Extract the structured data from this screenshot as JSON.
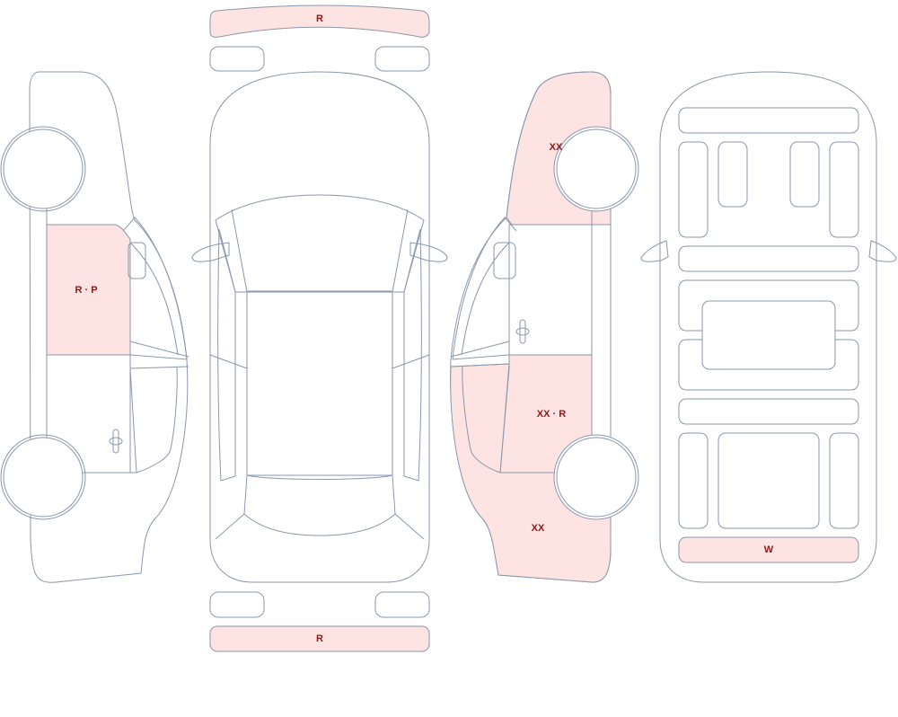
{
  "colors": {
    "outline": "#8a97ad",
    "damage_fill": "#fde3e1",
    "label": "#8b1a1a",
    "background": "#ffffff"
  },
  "labels": {
    "front_bumper": "R",
    "rear_bumper": "R",
    "left_front_door": "R · P",
    "right_front_fender": "XX",
    "right_rear_door": "XX · R",
    "right_rear_quarter": "XX",
    "rear_window_floor": "W"
  },
  "damaged_parts": [
    "front_bumper",
    "rear_bumper",
    "left_front_door",
    "right_front_fender",
    "right_rear_door",
    "right_rear_quarter",
    "rear_window_floor"
  ]
}
